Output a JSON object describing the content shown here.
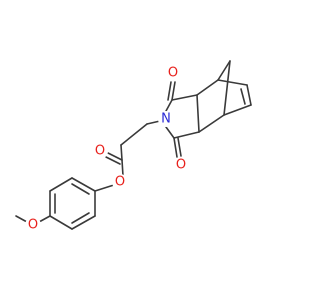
{
  "molecule": {
    "atoms": {
      "o_ketone_top": {
        "symbol": "O",
        "color": "#e8201b"
      },
      "o_ketone_bottom": {
        "symbol": "O",
        "color": "#e8201b"
      },
      "n_imide": {
        "symbol": "N",
        "color": "#2b2bd6"
      },
      "o_ester_carbonyl": {
        "symbol": "O",
        "color": "#e8201b"
      },
      "o_ester_link": {
        "symbol": "O",
        "color": "#e8201b"
      },
      "o_methoxy": {
        "symbol": "O",
        "color": "#e8201b"
      }
    },
    "bond_color": "#3a3a3a"
  }
}
